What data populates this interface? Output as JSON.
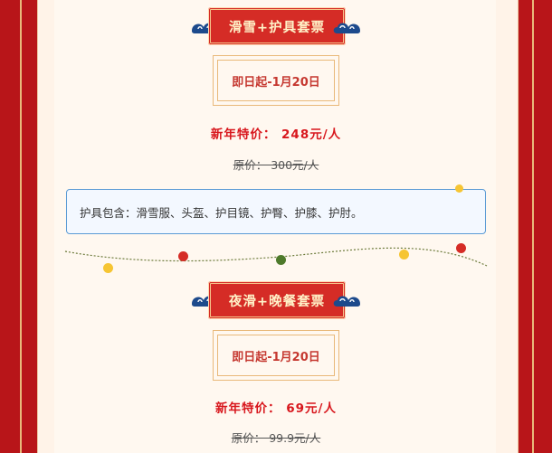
{
  "ticket1": {
    "title": "滑雪+护具套票",
    "date_range": "即日起-1月20日",
    "special_price": "新年特价：  248元/人",
    "original_price": "原价：  300元/人"
  },
  "info": {
    "gear_includes": "护具包含：滑雪服、头盔、护目镜、护臀、护膝、护肘。"
  },
  "ticket2": {
    "title": "夜滑+晚餐套票",
    "date_range": "即日起-1月20日",
    "special_price": "新年特价：  69元/人",
    "original_price": "原价：  99.9元/人"
  },
  "colors": {
    "background": "#b81519",
    "panel": "#fff3e8",
    "ribbon": "#d52c26",
    "accent_blue": "#5b9bd5",
    "price_red": "#d8171d"
  },
  "icons": [
    "cloud-ornament-left-icon",
    "cloud-ornament-right-icon"
  ]
}
